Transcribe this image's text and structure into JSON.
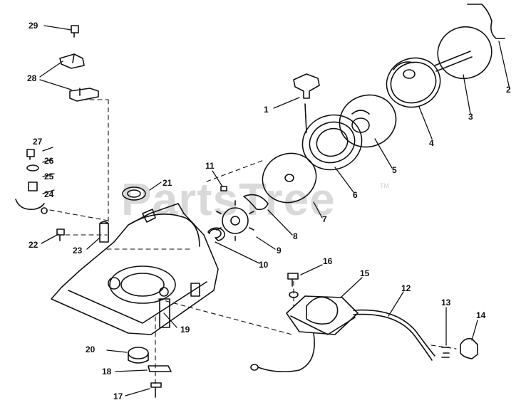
{
  "watermark": {
    "text": "PartsTree",
    "mark": "TM"
  },
  "callouts": [
    {
      "id": "c1",
      "label": "1"
    },
    {
      "id": "c2",
      "label": "2"
    },
    {
      "id": "c3",
      "label": "3"
    },
    {
      "id": "c4",
      "label": "4"
    },
    {
      "id": "c5",
      "label": "5"
    },
    {
      "id": "c6",
      "label": "6"
    },
    {
      "id": "c7",
      "label": "7"
    },
    {
      "id": "c8",
      "label": "8"
    },
    {
      "id": "c9",
      "label": "9"
    },
    {
      "id": "c10",
      "label": "10"
    },
    {
      "id": "c11",
      "label": "11"
    },
    {
      "id": "c12",
      "label": "12"
    },
    {
      "id": "c13",
      "label": "13"
    },
    {
      "id": "c14",
      "label": "14"
    },
    {
      "id": "c15",
      "label": "15"
    },
    {
      "id": "c16",
      "label": "16"
    },
    {
      "id": "c17",
      "label": "17"
    },
    {
      "id": "c18",
      "label": "18"
    },
    {
      "id": "c19",
      "label": "19"
    },
    {
      "id": "c20",
      "label": "20"
    },
    {
      "id": "c21",
      "label": "21"
    },
    {
      "id": "c22",
      "label": "22"
    },
    {
      "id": "c23",
      "label": "23"
    },
    {
      "id": "c24",
      "label": "24"
    },
    {
      "id": "c25",
      "label": "25"
    },
    {
      "id": "c26",
      "label": "26"
    },
    {
      "id": "c27",
      "label": "27"
    },
    {
      "id": "c28",
      "label": "28"
    },
    {
      "id": "c29",
      "label": "29"
    }
  ],
  "colors": {
    "ink": "#111111",
    "watermark": "#d9d9d9",
    "paper": "#ffffff"
  }
}
